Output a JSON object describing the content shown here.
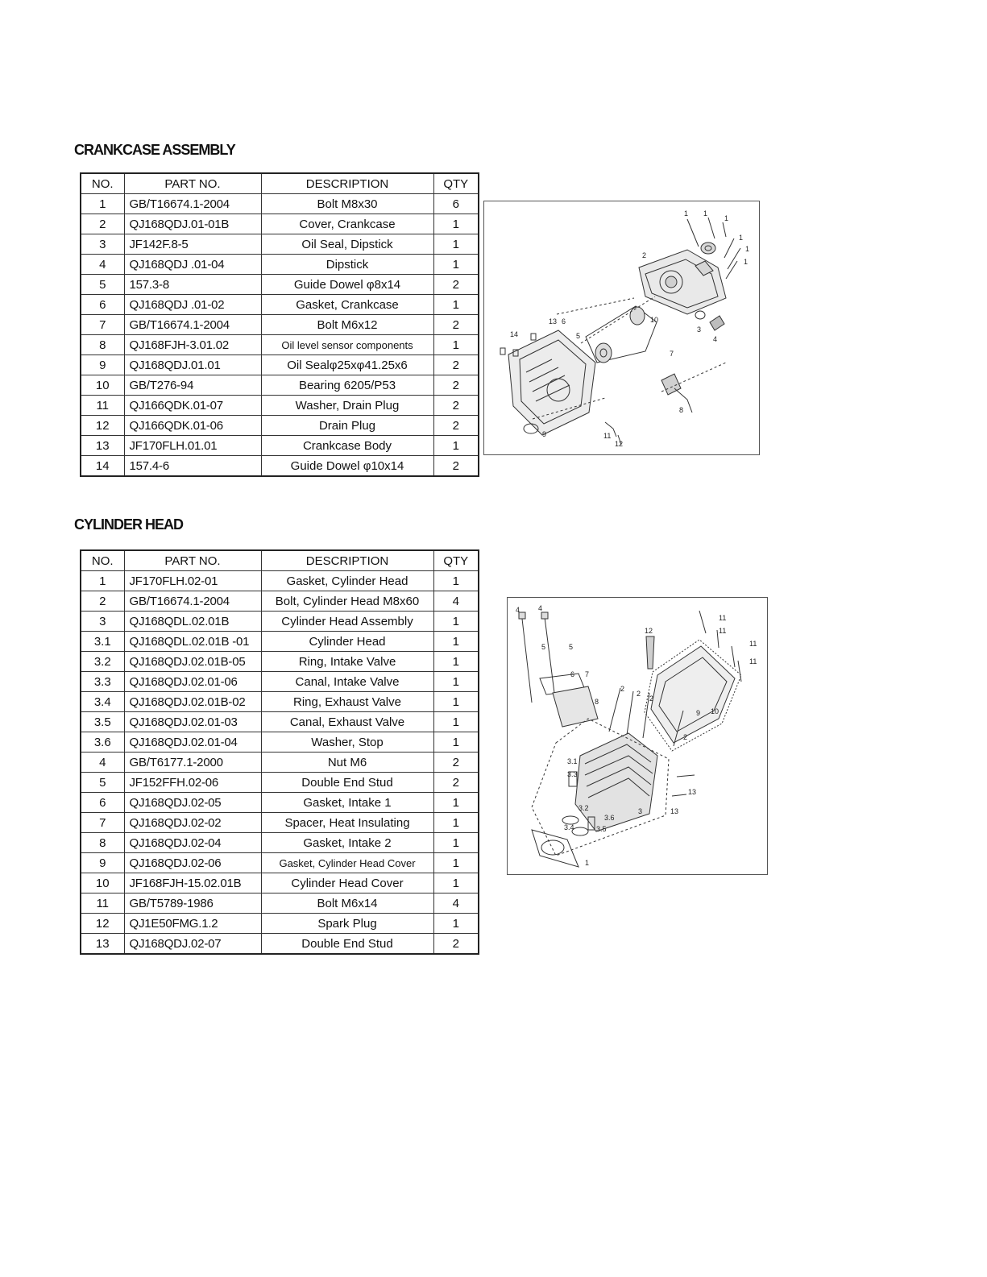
{
  "crankcase": {
    "title": "CRANKCASE ASSEMBLY",
    "headers": [
      "NO.",
      "PART NO.",
      "DESCRIPTION",
      "QTY"
    ],
    "rows": [
      {
        "no": "1",
        "part": "GB/T16674.1-2004",
        "desc": "Bolt M8x30",
        "qty": "6"
      },
      {
        "no": "2",
        "part": "QJ168QDJ.01-01B",
        "desc": "Cover, Crankcase",
        "qty": "1"
      },
      {
        "no": "3",
        "part": "JF142F.8-5",
        "desc": "Oil Seal, Dipstick",
        "qty": "1"
      },
      {
        "no": "4",
        "part": "QJ168QDJ .01-04",
        "desc": "Dipstick",
        "qty": "1"
      },
      {
        "no": "5",
        "part": "157.3-8",
        "desc": "Guide Dowel φ8x14",
        "qty": "2"
      },
      {
        "no": "6",
        "part": "QJ168QDJ .01-02",
        "desc": "Gasket, Crankcase",
        "qty": "1"
      },
      {
        "no": "7",
        "part": "GB/T16674.1-2004",
        "desc": "Bolt M6x12",
        "qty": "2"
      },
      {
        "no": "8",
        "part": "QJ168FJH-3.01.02",
        "desc": "Oil level sensor components",
        "qty": "1"
      },
      {
        "no": "9",
        "part": "QJ168QDJ.01.01",
        "desc": "Oil Sealφ25xφ41.25x6",
        "qty": "2"
      },
      {
        "no": "10",
        "part": "GB/T276-94",
        "desc": "Bearing 6205/P53",
        "qty": "2"
      },
      {
        "no": "11",
        "part": "QJ166QDK.01-07",
        "desc": "Washer, Drain Plug",
        "qty": "2"
      },
      {
        "no": "12",
        "part": "QJ166QDK.01-06",
        "desc": "Drain Plug",
        "qty": "2"
      },
      {
        "no": "13",
        "part": "JF170FLH.01.01",
        "desc": "Crankcase Body",
        "qty": "1"
      },
      {
        "no": "14",
        "part": "157.4-6",
        "desc": "Guide Dowel φ10x14",
        "qty": "2"
      }
    ],
    "diagram_labels": [
      "1",
      "1",
      "1",
      "1",
      "1",
      "1",
      "2",
      "3",
      "4",
      "5",
      "6",
      "7",
      "8",
      "9",
      "10",
      "11",
      "12",
      "13",
      "14"
    ]
  },
  "cylinder_head": {
    "title": "CYLINDER HEAD",
    "headers": [
      "NO.",
      "PART NO.",
      "DESCRIPTION",
      "QTY"
    ],
    "rows": [
      {
        "no": "1",
        "part": "JF170FLH.02-01",
        "desc": "Gasket, Cylinder Head",
        "qty": "1"
      },
      {
        "no": "2",
        "part": "GB/T16674.1-2004",
        "desc": "Bolt, Cylinder Head M8x60",
        "qty": "4"
      },
      {
        "no": "3",
        "part": "QJ168QDL.02.01B",
        "desc": "Cylinder Head Assembly",
        "qty": "1"
      },
      {
        "no": "3.1",
        "part": "QJ168QDL.02.01B -01",
        "desc": "Cylinder Head",
        "qty": "1"
      },
      {
        "no": "3.2",
        "part": "QJ168QDJ.02.01B-05",
        "desc": "Ring, Intake Valve",
        "qty": "1"
      },
      {
        "no": "3.3",
        "part": "QJ168QDJ.02.01-06",
        "desc": "Canal, Intake Valve",
        "qty": "1"
      },
      {
        "no": "3.4",
        "part": "QJ168QDJ.02.01B-02",
        "desc": "Ring, Exhaust Valve",
        "qty": "1"
      },
      {
        "no": "3.5",
        "part": "QJ168QDJ.02.01-03",
        "desc": "Canal, Exhaust Valve",
        "qty": "1"
      },
      {
        "no": "3.6",
        "part": "QJ168QDJ.02.01-04",
        "desc": "Washer, Stop",
        "qty": "1"
      },
      {
        "no": "4",
        "part": "GB/T6177.1-2000",
        "desc": "Nut M6",
        "qty": "2"
      },
      {
        "no": "5",
        "part": "JF152FFH.02-06",
        "desc": "Double End Stud",
        "qty": "2"
      },
      {
        "no": "6",
        "part": "QJ168QDJ.02-05",
        "desc": "Gasket, Intake 1",
        "qty": "1"
      },
      {
        "no": "7",
        "part": "QJ168QDJ.02-02",
        "desc": "Spacer, Heat Insulating",
        "qty": "1"
      },
      {
        "no": "8",
        "part": "QJ168QDJ.02-04",
        "desc": "Gasket, Intake 2",
        "qty": "1"
      },
      {
        "no": "9",
        "part": "QJ168QDJ.02-06",
        "desc": "Gasket, Cylinder Head Cover",
        "qty": "1"
      },
      {
        "no": "10",
        "part": "JF168FJH-15.02.01B",
        "desc": "Cylinder Head Cover",
        "qty": "1"
      },
      {
        "no": "11",
        "part": "GB/T5789-1986",
        "desc": "Bolt M6x14",
        "qty": "4"
      },
      {
        "no": "12",
        "part": "QJ1E50FMG.1.2",
        "desc": "Spark Plug",
        "qty": "1"
      },
      {
        "no": "13",
        "part": "QJ168QDJ.02-07",
        "desc": "Double End Stud",
        "qty": "2"
      }
    ],
    "diagram_labels": [
      "4",
      "4",
      "5",
      "5",
      "6",
      "7",
      "8",
      "12",
      "11",
      "11",
      "11",
      "11",
      "2",
      "2",
      "2",
      "2",
      "9",
      "10",
      "3.1",
      "3.3",
      "3.2",
      "3.4",
      "3.6",
      "3.5",
      "3",
      "13",
      "13",
      "1"
    ]
  }
}
